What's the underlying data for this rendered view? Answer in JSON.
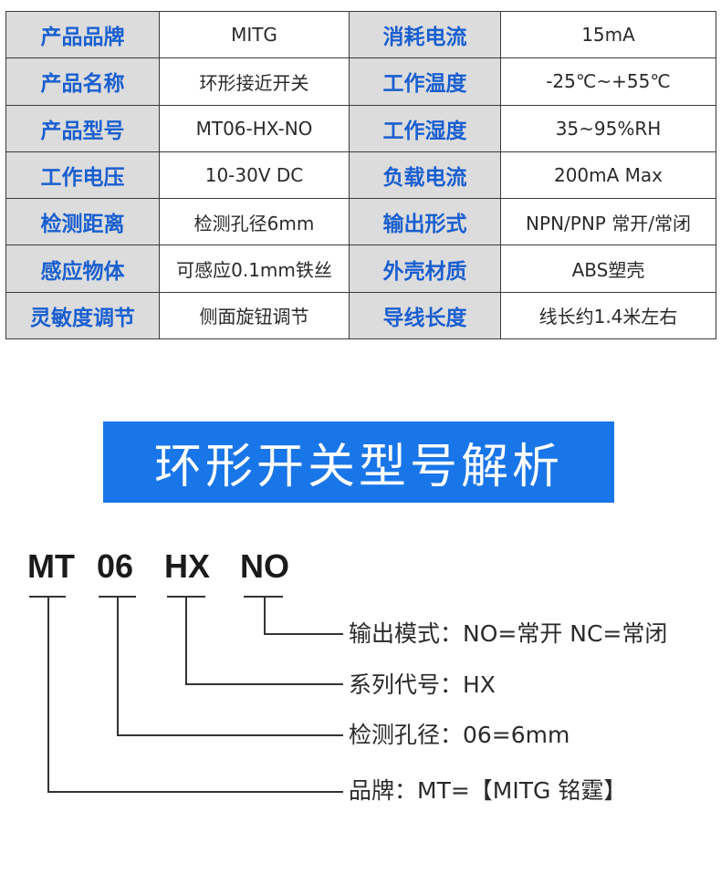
{
  "spec_rows": [
    {
      "k1": "产品品牌",
      "v1": "MITG",
      "k2": "消耗电流",
      "v2": "15mA"
    },
    {
      "k1": "产品名称",
      "v1": "环形接近开关",
      "k2": "工作温度",
      "v2": "-25℃~+55℃"
    },
    {
      "k1": "产品型号",
      "v1": "MT06-HX-NO",
      "k2": "工作湿度",
      "v2": "35~95%RH"
    },
    {
      "k1": "工作电压",
      "v1": "10-30V DC",
      "k2": "负载电流",
      "v2": "200mA Max"
    },
    {
      "k1": "检测距离",
      "v1": "检测孔径6mm",
      "k2": "输出形式",
      "v2": "NPN/PNP 常开/常闭"
    },
    {
      "k1": "感应物体",
      "v1": "可感应0.1mm铁丝",
      "k2": "外壳材质",
      "v2": "ABS塑壳"
    },
    {
      "k1": "灵敏度调节",
      "v1": "侧面旋钮调节",
      "k2": "导线长度",
      "v2": "线长约1.4米左右"
    }
  ],
  "banner_title": "环形开关型号解析",
  "model_code": {
    "parts": [
      "MT",
      "06",
      "HX",
      "NO"
    ],
    "descriptions": {
      "NO": "输出模式：NO=常开   NC=常闭",
      "HX": "系列代号：HX",
      "06": "检测孔径：06=6mm",
      "MT": "品牌：MT=【MITG 铭霆】"
    }
  },
  "colors": {
    "accent_blue": "#1976e8",
    "key_text": "#1a5fd0",
    "key_bg": "#dcdcdc",
    "line": "#333333"
  }
}
